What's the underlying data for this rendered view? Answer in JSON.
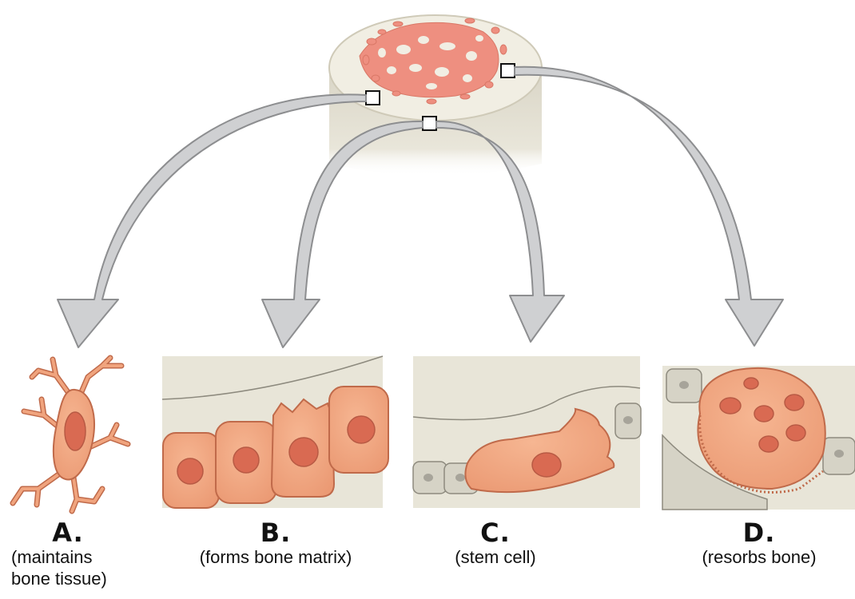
{
  "labels": [
    {
      "letter": "A.",
      "desc_line1": "(maintains",
      "desc_line2": "bone tissue)"
    },
    {
      "letter": "B.",
      "desc_line1": "(forms bone matrix)"
    },
    {
      "letter": "C.",
      "desc_line1": "(stem cell)"
    },
    {
      "letter": "D.",
      "desc_line1": "(resorbs bone)"
    }
  ],
  "colors": {
    "cell_fill": "#f0a47e",
    "cell_stroke": "#c06a4a",
    "nucleus": "#d96a52",
    "bone": "#e8e5d8",
    "bone_shade": "#d3cfbf",
    "spongy": "#ee8f80",
    "arrow_fill": "#cfd0d2",
    "arrow_stroke": "#8d8e90"
  }
}
